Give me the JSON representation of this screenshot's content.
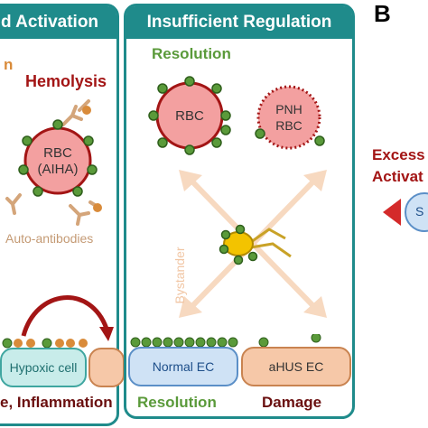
{
  "panel_left": {
    "title": "d Activation",
    "fragment_label": "n",
    "hemolysis_label": "Hemolysis",
    "rbc_label_line1": "RBC",
    "rbc_label_line2": "(AIHA)",
    "autoantibodies_label": "Auto-antibodies",
    "hypoxic_cell_label": "Hypoxic cell",
    "bottom_label": "e, Inflammation"
  },
  "panel_center": {
    "title": "Insufficient Regulation",
    "resolution_top_label": "Resolution",
    "rbc_label": "RBC",
    "pnh_rbc_line1": "PNH",
    "pnh_rbc_line2": "RBC",
    "bystander_label": "Bystander",
    "normal_ec_label": "Normal EC",
    "ahus_ec_label": "aHUS EC",
    "resolution_bottom_label": "Resolution",
    "damage_label": "Damage"
  },
  "panel_right": {
    "letter": "B",
    "excess_line1": "Excess",
    "excess_line2": "Activat",
    "partial_label": "S"
  },
  "colors": {
    "teal": "#1f8b8b",
    "dark_red": "#a31515",
    "green": "#5a9a3a",
    "orange": "#d98b3a",
    "rbc_fill": "#f3a0a0",
    "normal_ec_fill": "#cfe2f5",
    "ahus_ec_fill": "#f6c8a8",
    "hypoxic_fill": "#c8ecea"
  }
}
